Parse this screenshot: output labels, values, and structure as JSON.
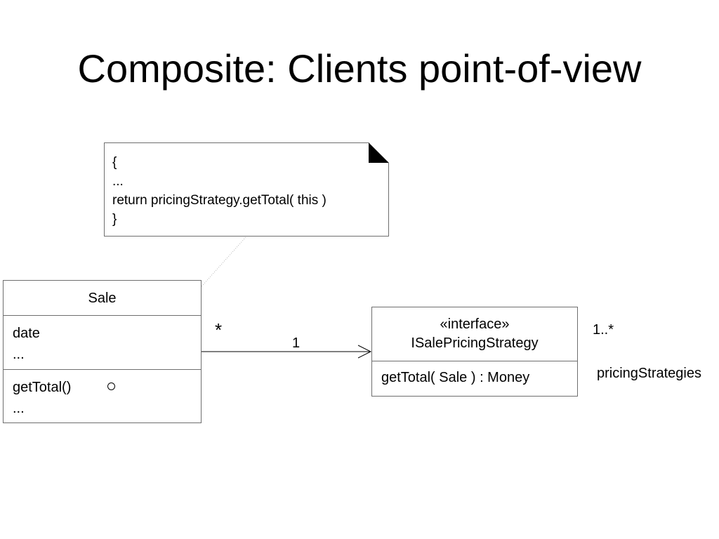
{
  "slide": {
    "title": "Composite: Clients point-of-view"
  },
  "note": {
    "lines": [
      "{",
      "...",
      "return pricingStrategy.getTotal( this )",
      "}"
    ]
  },
  "sale_class": {
    "name": "Sale",
    "attributes": [
      "date",
      "..."
    ],
    "operations": [
      "getTotal()",
      "..."
    ]
  },
  "strategy_class": {
    "stereotype": "«interface»",
    "name": "ISalePricingStrategy",
    "operations": [
      "getTotal( Sale ) : Money"
    ]
  },
  "association": {
    "source_multiplicity": "*",
    "target_multiplicity": "1",
    "composite_multiplicity": "1..*",
    "composite_role": "pricingStrategies"
  }
}
